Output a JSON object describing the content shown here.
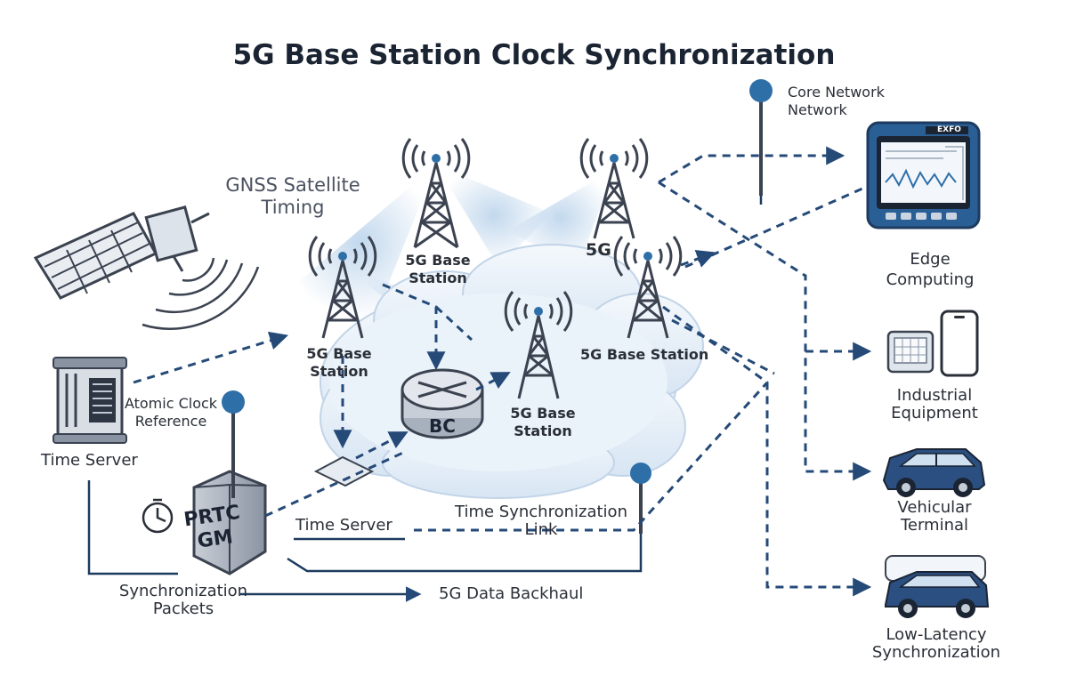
{
  "title": "5G Base Station Clock Synchronization",
  "labels": {
    "gnss": [
      "GNSS Satellite",
      "Timing"
    ],
    "bs_top": [
      "5G Base",
      "Station"
    ],
    "bs_top_right": "5G",
    "bs_left": [
      "5G Base",
      "Station"
    ],
    "bs_center": [
      "5G Base",
      "Station"
    ],
    "bs_right": "5G Base Station",
    "bc": "BC",
    "prtc": [
      "PRTC",
      "GM"
    ],
    "atomic": [
      "Atomic Clock",
      "Reference"
    ],
    "time_server_left": "Time Server",
    "time_server_bottom": "Time Server",
    "tsl": [
      "Time Synchronization",
      "Link"
    ],
    "sync_packets": [
      "Synchronization",
      "Packets"
    ],
    "backhaul": "5G Data Backhaul",
    "core": [
      "Core Network",
      "Network"
    ],
    "edge": [
      "Edge",
      "Computing"
    ],
    "industrial": [
      "Industrial",
      "Equipment"
    ],
    "vehicular": [
      "Vehicular",
      "Terminal"
    ],
    "lowlat": [
      "Low-Latency",
      "Synchronization"
    ],
    "analyzer_brand": "EXFO"
  },
  "colors": {
    "navy": "#1d3a5f",
    "blue": "#2f6fa8",
    "dash": "#254a78",
    "cloud": "#e4eef8",
    "text": "#2a2f38"
  }
}
